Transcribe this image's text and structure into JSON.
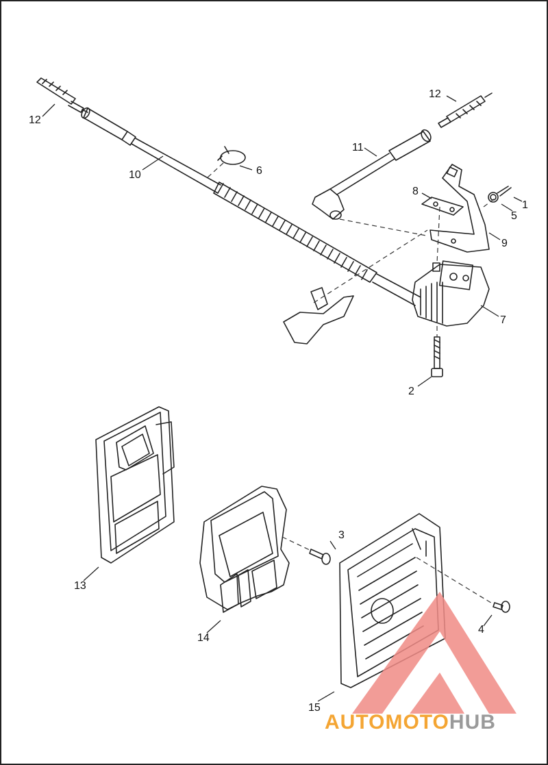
{
  "callouts": [
    {
      "id": "12a",
      "label": "12"
    },
    {
      "id": "10",
      "label": "10"
    },
    {
      "id": "6",
      "label": "6"
    },
    {
      "id": "12b",
      "label": "12"
    },
    {
      "id": "11",
      "label": "11"
    },
    {
      "id": "1",
      "label": "1"
    },
    {
      "id": "8",
      "label": "8"
    },
    {
      "id": "5",
      "label": "5"
    },
    {
      "id": "9",
      "label": "9"
    },
    {
      "id": "7",
      "label": "7"
    },
    {
      "id": "2",
      "label": "2"
    },
    {
      "id": "3",
      "label": "3"
    },
    {
      "id": "13",
      "label": "13"
    },
    {
      "id": "14",
      "label": "14"
    },
    {
      "id": "4",
      "label": "4"
    },
    {
      "id": "15",
      "label": "15"
    }
  ],
  "watermark": {
    "part1": "AUTOMOTO",
    "part2": "HUB",
    "colors": {
      "triangle": "#f08b86",
      "orange": "#f4a533",
      "gray": "#9a9a9a"
    }
  }
}
